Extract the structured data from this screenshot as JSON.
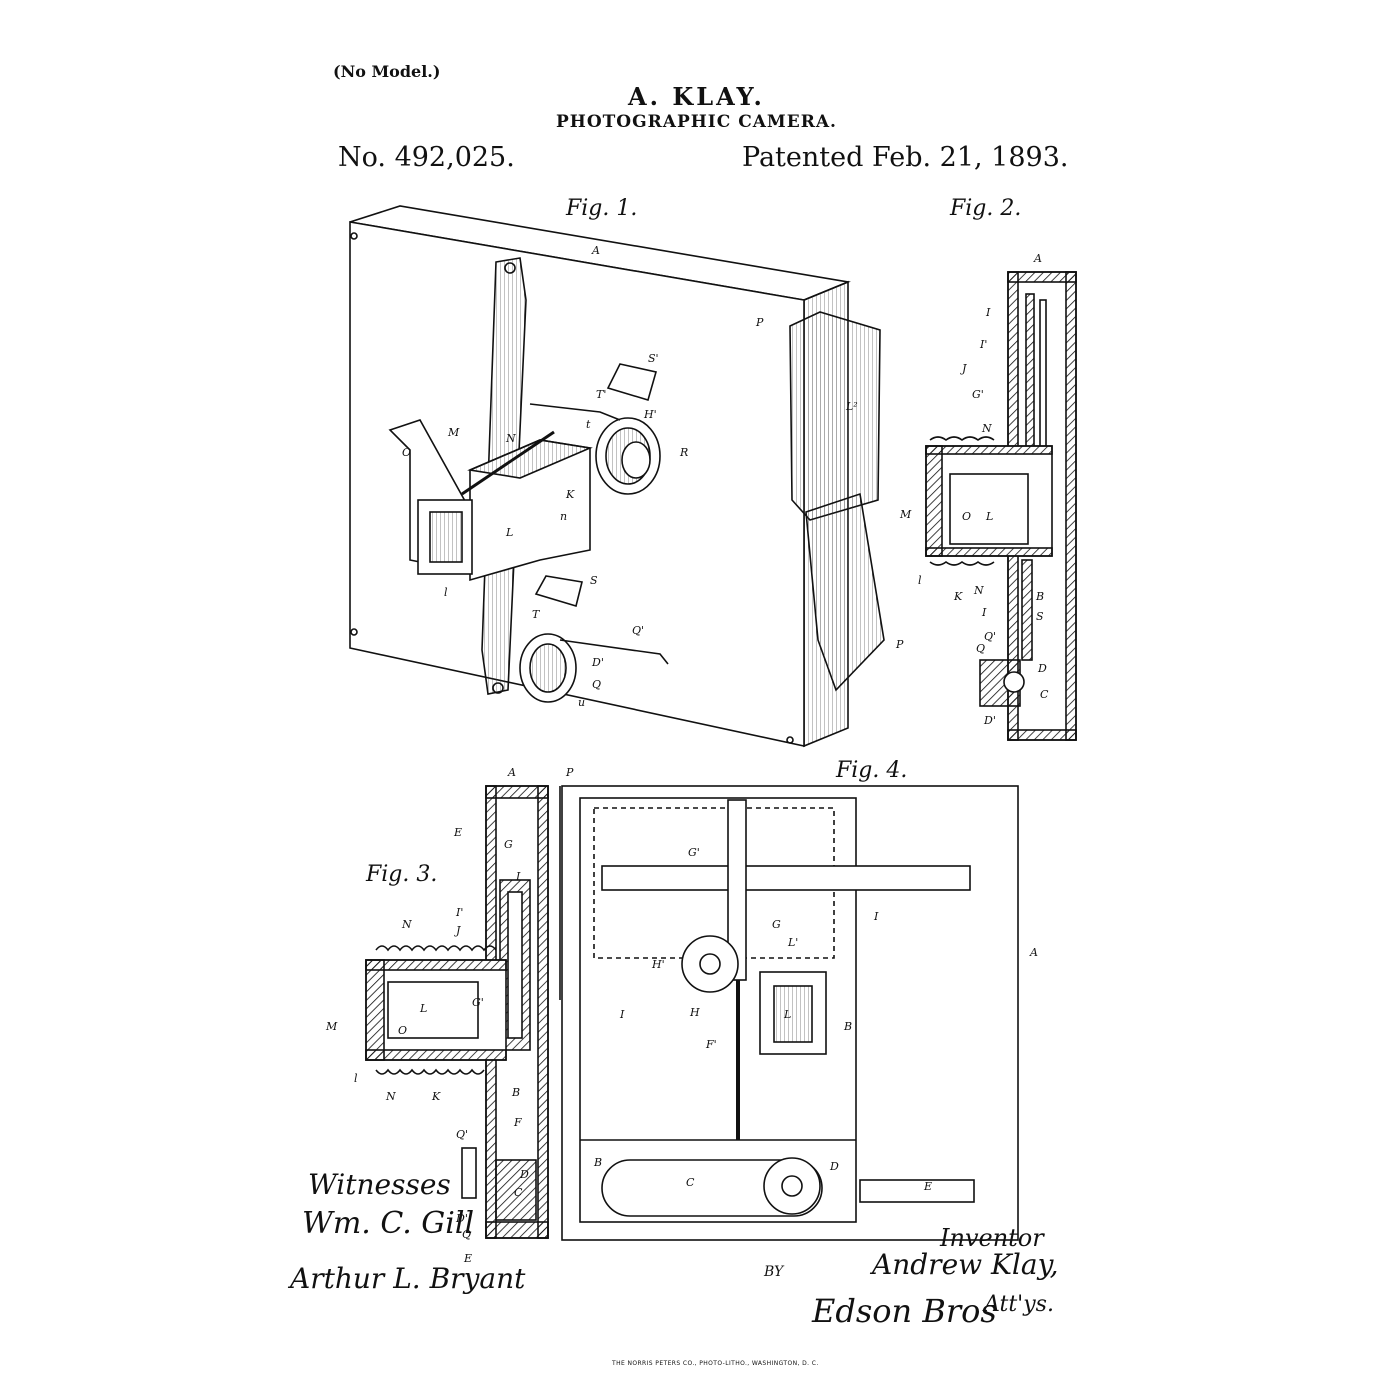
{
  "header": {
    "no_model": "(No Model.)",
    "inventor_name": "A. KLAY.",
    "title": "PHOTOGRAPHIC CAMERA.",
    "patent_number": "No. 492,025.",
    "patent_date": "Patented Feb. 21, 1893."
  },
  "figures": {
    "fig1": "Fig. 1.",
    "fig2": "Fig. 2.",
    "fig3": "Fig. 3.",
    "fig4": "Fig. 4."
  },
  "reference_letters": {
    "fig1": [
      "A",
      "P",
      "M",
      "N",
      "O",
      "L",
      "K",
      "n",
      "l",
      "T",
      "S'",
      "H'",
      "R",
      "t",
      "L²",
      "P",
      "S",
      "T'",
      "Q'",
      "D'",
      "Q",
      "u"
    ],
    "fig2": [
      "A",
      "I",
      "I'",
      "J",
      "G'",
      "N",
      "M",
      "O",
      "L",
      "l",
      "K",
      "N",
      "I",
      "B",
      "S",
      "Q'",
      "Q",
      "D",
      "C",
      "D'"
    ],
    "fig3": [
      "A",
      "P",
      "E",
      "G",
      "I",
      "I'",
      "J",
      "N",
      "M",
      "O",
      "L",
      "G'",
      "l",
      "N",
      "K",
      "B",
      "F",
      "Q'",
      "D",
      "C",
      "D'",
      "Q",
      "E"
    ],
    "fig4": [
      "G'",
      "I",
      "G",
      "L'",
      "H'",
      "L",
      "I",
      "H",
      "F'",
      "B",
      "A",
      "B",
      "C",
      "D",
      "E"
    ]
  },
  "signatures": {
    "witnesses_label": "Witnesses",
    "witness_1": "Wm. C. Gill",
    "witness_2": "Arthur L. Bryant",
    "inventor_label": "Inventor",
    "inventor_signature": "Andrew Klay,",
    "by_label": "BY",
    "attorneys_signature": "Edson Bros",
    "attys_label": "Att'ys."
  },
  "footer": {
    "printer": "THE NORRIS PETERS CO., PHOTO-LITHO., WASHINGTON, D. C."
  }
}
